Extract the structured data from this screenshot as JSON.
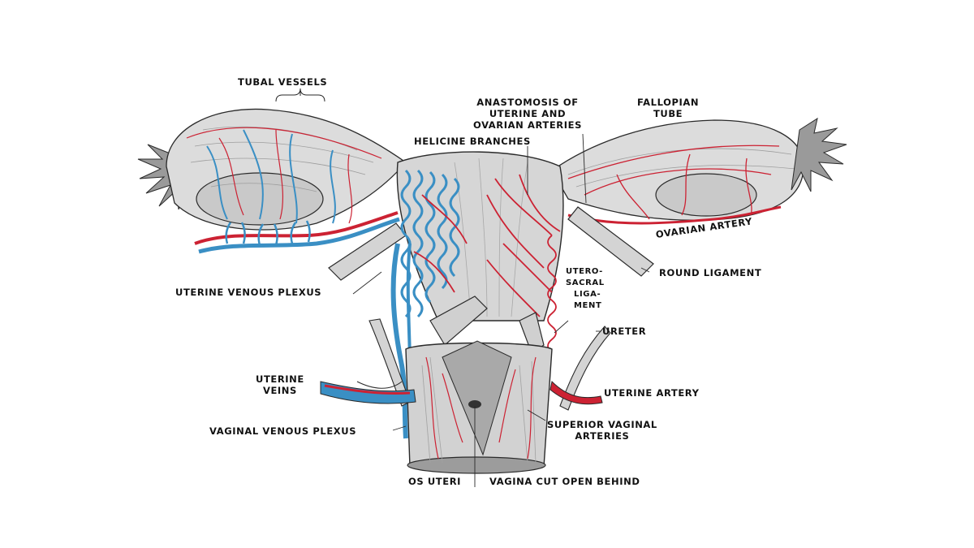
{
  "colors": {
    "artery": "#cc2233",
    "vein": "#3a8fc4",
    "tissue": "#d8d8d8",
    "tissue_dark": "#b9b9b9",
    "line": "#2a2a2a",
    "background": "#ffffff"
  },
  "labels": {
    "tubal_vessels": "TUBAL VESSELS",
    "anastomosis": [
      "ANASTOMOSIS OF",
      "UTERINE AND",
      "OVARIAN ARTERIES"
    ],
    "helicine_branches": "HELICINE BRANCHES",
    "fallopian_tube": [
      "FALLOPIAN",
      "TUBE"
    ],
    "ovarian_artery": "OVARIAN ARTERY",
    "round_ligament": "ROUND LIGAMENT",
    "uterine_venous_plexus": "UTERINE VENOUS PLEXUS",
    "uterosacral_ligament": [
      "UTERO-",
      "SACRAL",
      "LIGA-",
      "MENT"
    ],
    "ureter": "URETER",
    "uterine_veins": [
      "UTERINE",
      "VEINS"
    ],
    "uterine_artery": "UTERINE ARTERY",
    "vaginal_venous_plexus": "VAGINAL VENOUS PLEXUS",
    "superior_vaginal_arteries": [
      "SUPERIOR VAGINAL",
      "ARTERIES"
    ],
    "os_uteri": "OS UTERI",
    "vagina_cut_open": "VAGINA CUT OPEN BEHIND"
  }
}
